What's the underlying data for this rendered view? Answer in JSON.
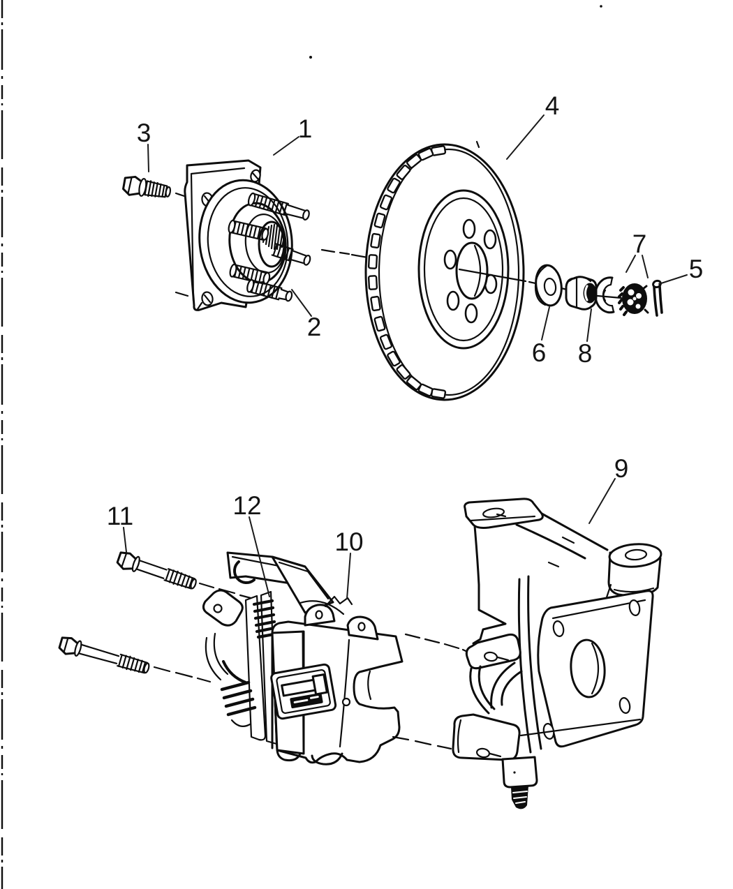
{
  "figure": {
    "kind": "exploded-parts-line-diagram",
    "background_color": "#ffffff",
    "line_color": "#0d0d0d",
    "label_color": "#141414"
  },
  "callouts": {
    "c1": "1",
    "c2": "2",
    "c3": "3",
    "c4": "4",
    "c5": "5",
    "c6": "6",
    "c7": "7",
    "c8": "8",
    "c9": "9",
    "c10": "10",
    "c11": "11",
    "c12": "12"
  }
}
